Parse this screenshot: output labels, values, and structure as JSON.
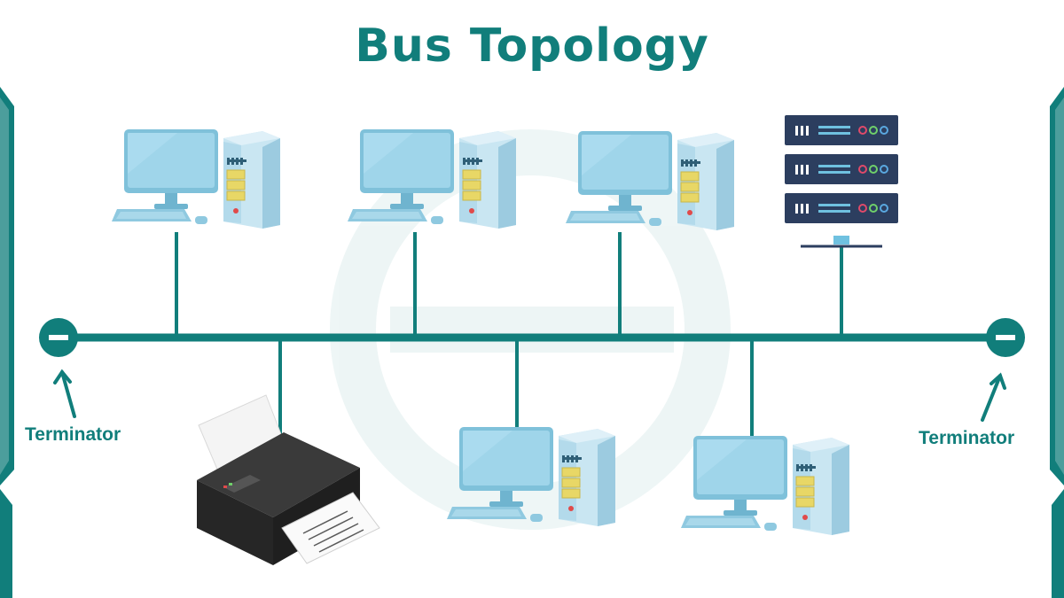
{
  "title": "Bus Topology",
  "terminator_left_label": "Terminator",
  "terminator_right_label": "Terminator",
  "colors": {
    "teal": "#117e7b",
    "monitor": "#8fcbe0",
    "monitor_screen": "#9fd5ea",
    "tower": "#b8dcec",
    "drive": "#e8d766",
    "server": "#2c3e5f",
    "printer": "#2b2b2b"
  },
  "nodes_top": [
    "computer",
    "computer",
    "computer",
    "server"
  ],
  "nodes_bottom": [
    "printer",
    "computer",
    "computer"
  ]
}
